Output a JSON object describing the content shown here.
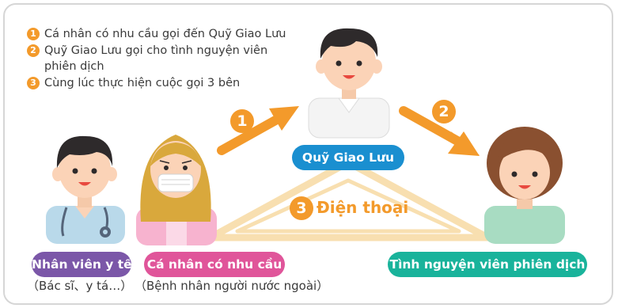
{
  "steps": [
    {
      "num": "1",
      "text": "Cá nhân có nhu cầu gọi đến Quỹ Giao Lưu"
    },
    {
      "num": "2",
      "text": "Quỹ Giao Lưu gọi cho tình nguyện viên phiên dịch"
    },
    {
      "num": "3",
      "text": "Cùng lúc thực hiện cuộc gọi 3 bên"
    }
  ],
  "arrows": {
    "first": "1",
    "second": "2"
  },
  "phone": {
    "num": "3",
    "label": "Điện thoại"
  },
  "people": {
    "staff": {
      "label": "Nhân viên y tế",
      "sub": "（Bác sĩ、y tá…）",
      "color": "#7b57a8"
    },
    "patient": {
      "label": "Cá nhân có nhu cầu",
      "sub": "（Bệnh nhân người nước ngoài）",
      "color": "#e0559a"
    },
    "fund": {
      "label": "Quỹ Giao Lưu",
      "color": "#1a8fd0"
    },
    "volunteer": {
      "label": "Tình nguyện viên phiên dịch",
      "color": "#19b39b"
    }
  },
  "colors": {
    "accent": "#f39a2b",
    "triangle": "#f8dfb0"
  }
}
